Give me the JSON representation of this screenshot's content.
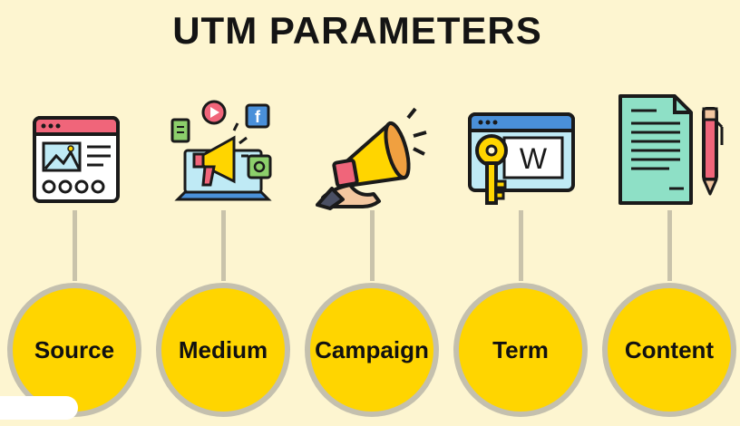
{
  "title": "UTM PARAMETERS",
  "parameters": [
    {
      "label": "Source",
      "icon": "browser-window-icon"
    },
    {
      "label": "Medium",
      "icon": "social-media-megaphone-icon"
    },
    {
      "label": "Campaign",
      "icon": "megaphone-hand-icon"
    },
    {
      "label": "Term",
      "icon": "keyword-key-icon"
    },
    {
      "label": "Content",
      "icon": "document-pen-icon"
    }
  ],
  "colors": {
    "background": "#fdf5d0",
    "circle_fill": "#ffd500",
    "circle_border": "#c4c0ae",
    "connector": "#c9c3ab"
  }
}
